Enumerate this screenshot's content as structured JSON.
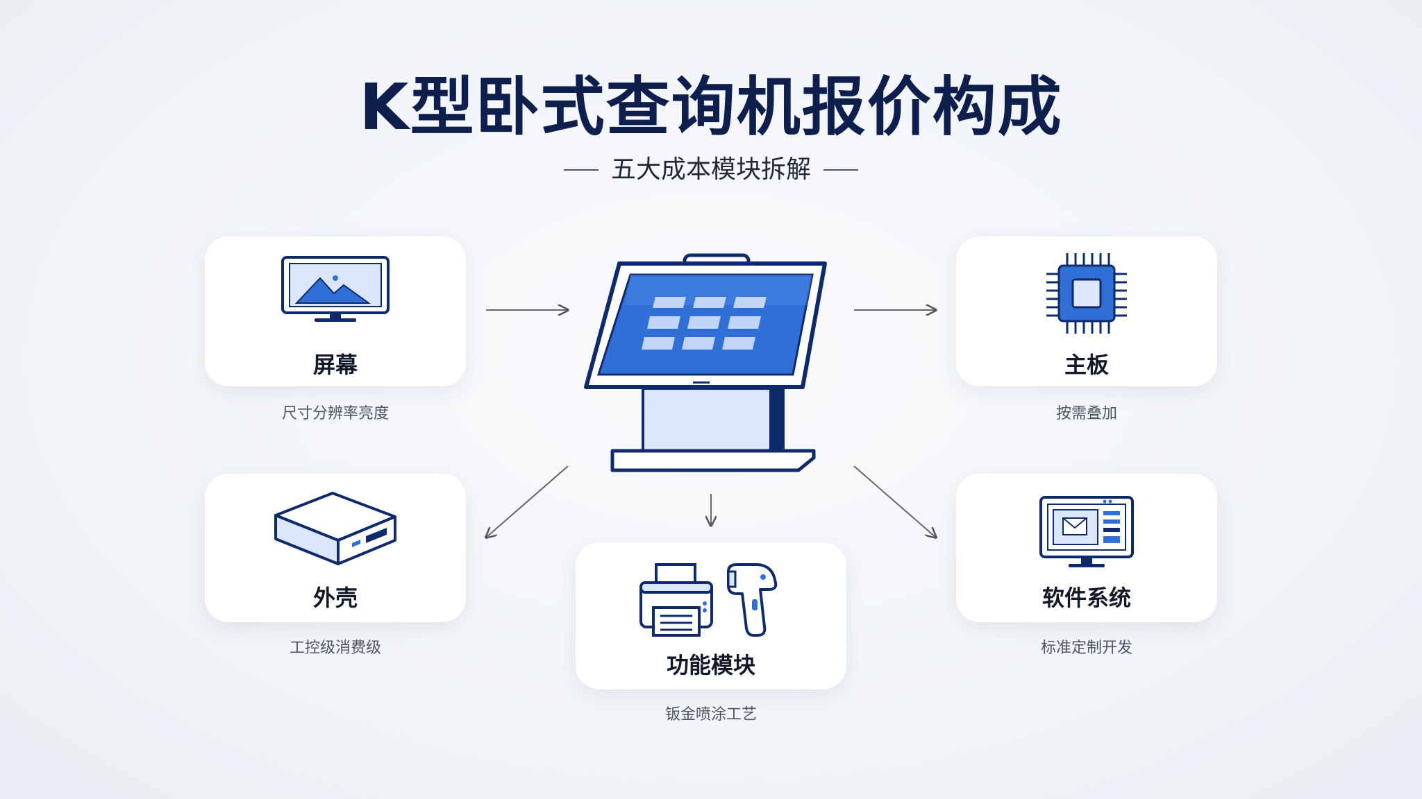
{
  "title": "K型卧式查询机报价构成",
  "subtitle": "五大成本模块拆解",
  "modules": {
    "screen": {
      "label": "屏幕",
      "caption": "尺寸分辨率亮度",
      "icon": "monitor-landscape-icon"
    },
    "mainboard": {
      "label": "主板",
      "caption": "按需叠加",
      "icon": "chip-icon"
    },
    "casing": {
      "label": "外壳",
      "caption": "工控级消费级",
      "icon": "box-case-icon"
    },
    "function": {
      "label": "功能模块",
      "caption": "钣金喷涂工艺",
      "icon": "printer-scanner-icon"
    },
    "software": {
      "label": "软件系统",
      "caption": "标准定制开发",
      "icon": "software-window-icon"
    }
  },
  "center_icon": "kiosk-terminal-icon",
  "colors": {
    "navy": "#0f2a6b",
    "blue": "#2f6fd6",
    "light_blue": "#dbe6fb",
    "title": "#0f1f4d"
  }
}
